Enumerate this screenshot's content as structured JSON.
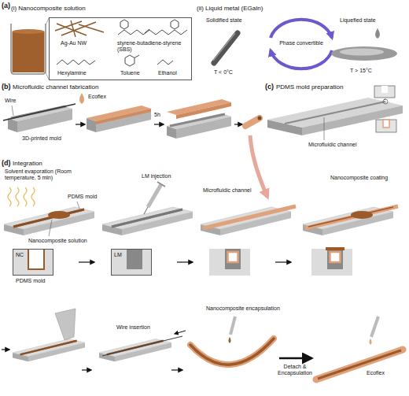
{
  "diagram": {
    "nodes": [
      {
        "text": [
          "Ag-Au NW",
          "styrene-butadiene-styrene (SBS)",
          "Hexylamine",
          "Toluene",
          "Ethanol"
        ]
      },
      {
        "text": [
          "NC"
        ]
      },
      {
        "text": [
          "LM"
        ]
      }
    ],
    "labels": [
      "(a)",
      "(i) Nanocomposite solution",
      "(ii) Liquid metal (EGaIn)",
      "Solidified state",
      "Phase convertible",
      "Liquefied state",
      "T < 0°C",
      "T > 15°C",
      "(b)",
      "Microfluidic channel fabrication",
      "Wire",
      "Ecoflex",
      "5h",
      "3D-printed mold",
      "(c)",
      "PDMS mold preparation",
      "Microfluidic channel",
      "(d)",
      "Integration",
      "Solvent evaporation (Room temperature, 5 min)",
      "PDMS mold",
      "Nanocomposite solution",
      "PDMS mold",
      "LM injection",
      "Microfluidic channel",
      "Nanocomposite coating",
      "Wire insertion",
      "Nanocomposite encapsulation",
      "Detach & Encapsulation",
      "Ecoflex"
    ]
  }
}
